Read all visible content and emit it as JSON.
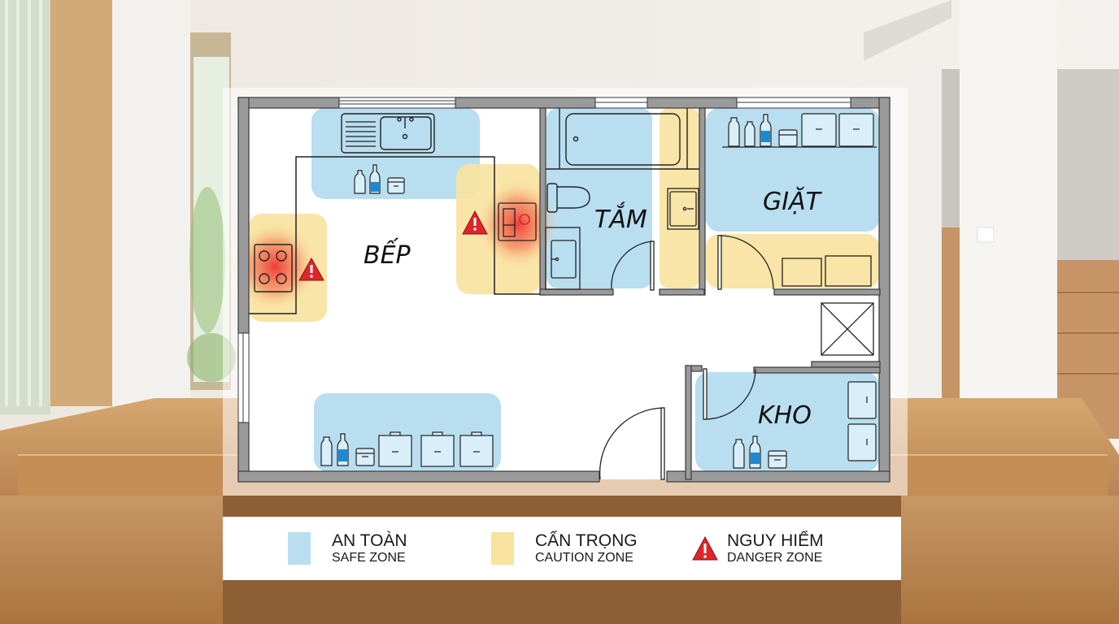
{
  "background": {
    "description": "Bright modern interior with light wood table, white walls, window on left, staircase on right",
    "colors": {
      "wall": "#f2efea",
      "wood": "#c9955f",
      "wood_dark": "#8e5e34",
      "floor": "#b98555"
    }
  },
  "floor_plan": {
    "rooms": [
      {
        "id": "kitchen",
        "label": "BẾP"
      },
      {
        "id": "bathroom",
        "label": "TẮM"
      },
      {
        "id": "laundry",
        "label": "GIẶT"
      },
      {
        "id": "storage",
        "label": "KHO"
      }
    ],
    "colors": {
      "safe": "#b8def0",
      "caution": "#f8e3a0",
      "danger": "#e0262a",
      "wall": "#9a9a9a",
      "line": "#2b2b2b",
      "bottle_fill": "#1a8ad4"
    }
  },
  "legend": {
    "items": [
      {
        "main": "AN TOÀN",
        "sub": "SAFE ZONE",
        "color": "#b8def0",
        "icon": "safe-swatch"
      },
      {
        "main": "CẨN TRỌNG",
        "sub": "CAUTION ZONE",
        "color": "#f8e3a0",
        "icon": "caution-swatch"
      },
      {
        "main": "NGUY HIỂM",
        "sub": "DANGER ZONE",
        "color": "#e0262a",
        "icon": "warning-triangle-icon"
      }
    ]
  }
}
